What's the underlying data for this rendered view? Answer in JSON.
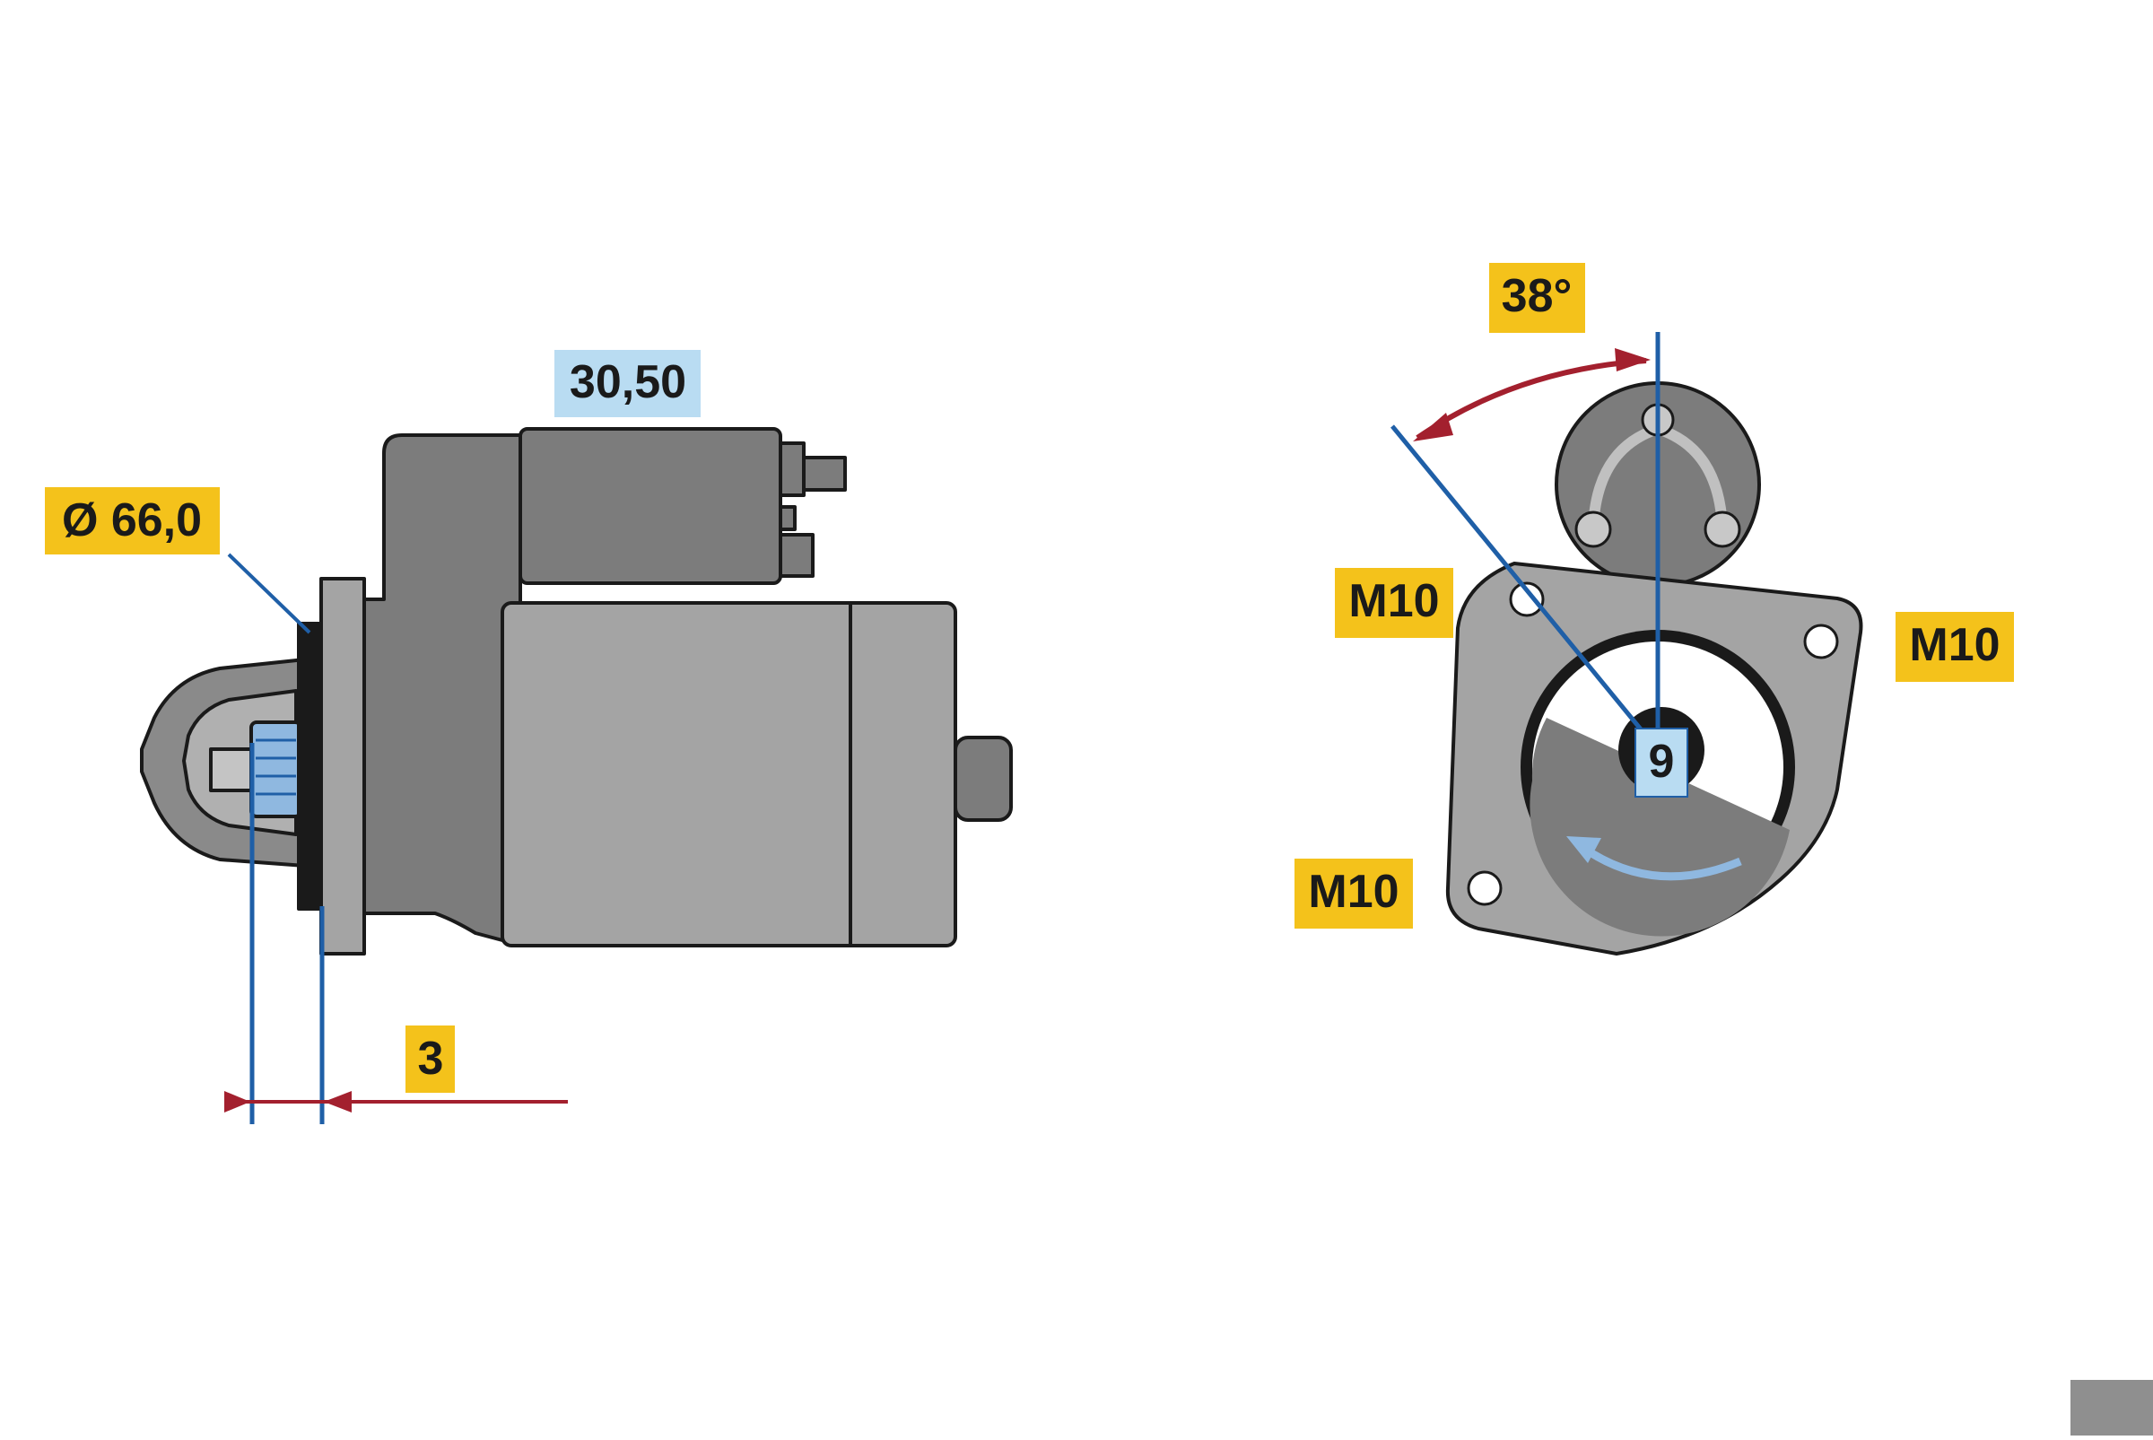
{
  "colors": {
    "body_gray": "#a4a4a4",
    "dark_gray": "#7c7c7c",
    "outline": "#1a1a1a",
    "label_yellow": "#f4c21b",
    "label_blue": "#b9dcf2",
    "dimension_blue": "#1f5fa7",
    "arrow_red": "#a3202e",
    "rotation_arrow": "#8fb8e0"
  },
  "labels": {
    "diameter": "Ø 66,0",
    "solenoid_length": "30,50",
    "pinion_offset": "3",
    "mount_angle": "38°",
    "bolt_top_left": "M10",
    "bolt_right": "M10",
    "bolt_bottom_left": "M10",
    "pinion_teeth": "9"
  }
}
